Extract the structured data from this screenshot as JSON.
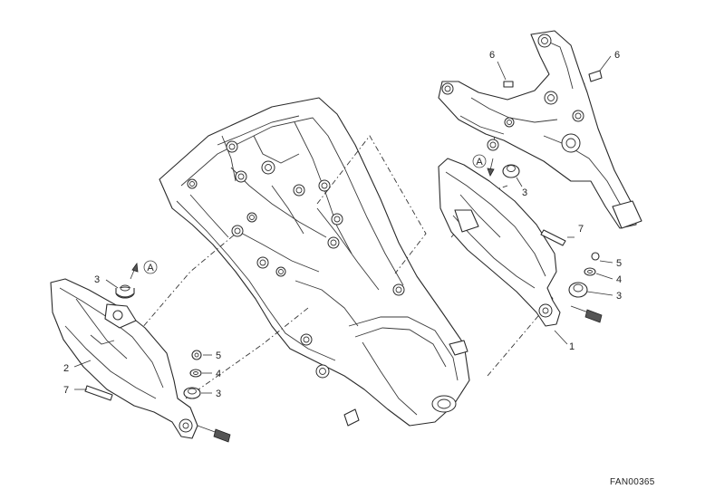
{
  "callouts": {
    "c1": "1",
    "c2": "2",
    "c3_left_top": "3",
    "c3_left_bottom": "3",
    "c3_right_top": "3",
    "c3_right_bottom": "3",
    "c4_left": "4",
    "c4_right": "4",
    "c5_left": "5",
    "c5_right": "5",
    "c6_left": "6",
    "c6_right": "6",
    "c7_left": "7",
    "c7_right": "7"
  },
  "markers": {
    "a_left": "A",
    "a_right": "A"
  },
  "reference_code": "FAN00365"
}
